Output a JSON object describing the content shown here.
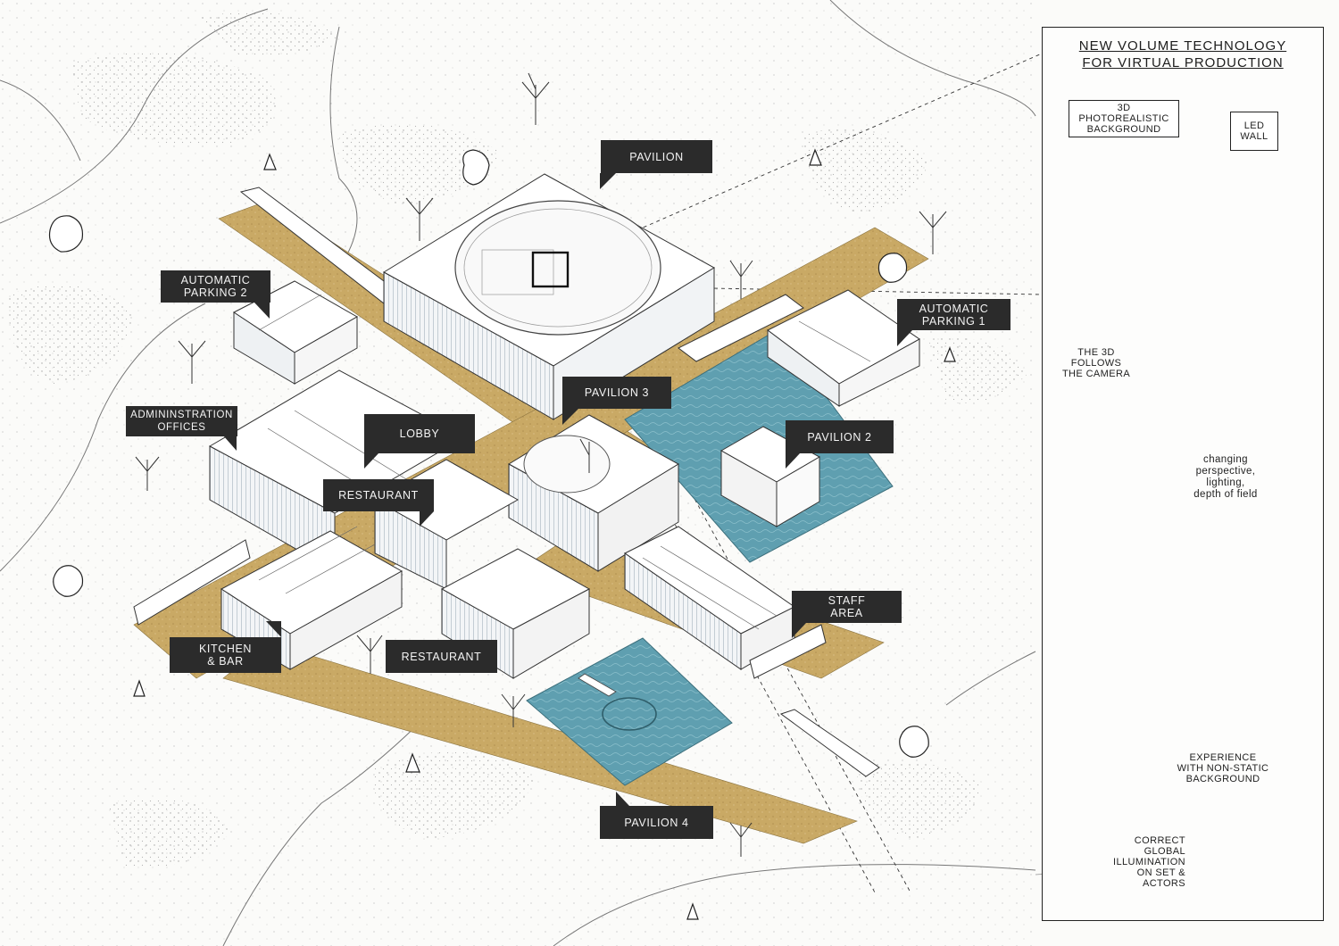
{
  "labels": {
    "pavilion": "PAVILION",
    "automatic_parking_2": "AUTOMATIC\nPARKING 2",
    "automatic_parking_1": "AUTOMATIC\nPARKING 1",
    "pavilion_3": "PAVILION 3",
    "adminstration_offices": "ADMININSTRATION\nOFFICES",
    "lobby": "LOBBY",
    "pavilion_2": "PAVILION 2",
    "restaurant_center": "RESTAURANT",
    "kitchen_bar": "KITCHEN\n& BAR",
    "restaurant_bottom": "RESTAURANT",
    "staff_area": "STAFF\nAREA",
    "pavilion_4": "PAVILION 4"
  },
  "panel": {
    "title_line1": "NEW VOLUME TECHNOLOGY",
    "title_line2": "FOR VIRTUAL PRODUCTION",
    "bg_box": "3D\nPHOTOREALISTIC\nBACKGROUND",
    "led_box": "LED\nWALL",
    "follows": "THE 3D\nFOLLOWS\nTHE CAMERA",
    "changing": "changing\nperspective,\nlighting,\ndepth of field",
    "experience": "EXPERIENCE\nWITH NON-STATIC\nBACKGROUND",
    "illumination": "CORRECT\nGLOBAL\nILLUMINATION\nON SET & ACTORS"
  },
  "colors": {
    "label_bg": "#2b2b2b",
    "water": "#5f9fb0",
    "ground": "#c9a965",
    "sky": "#c9dce8",
    "accent_blue": "#3b7fc0"
  }
}
